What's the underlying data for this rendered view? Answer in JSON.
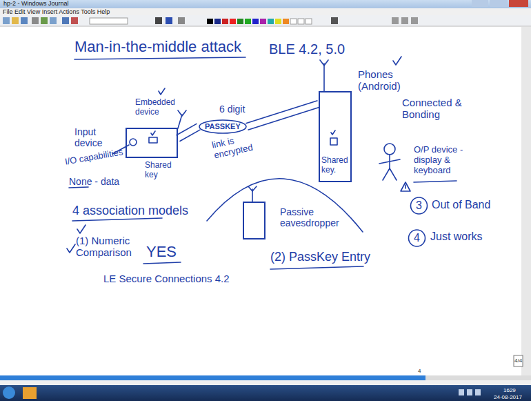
{
  "diagram": {
    "title": "Man-in-the-middle attack",
    "nodes": [
      {
        "text": [
          "Embedded device"
        ]
      },
      {
        "text": [
          "PASSKEY"
        ]
      },
      {
        "text": [
          "Phones (Android)"
        ]
      },
      {
        "text": [
          "Passive eavesdropper"
        ]
      }
    ],
    "edges": [
      {
        "from": 0,
        "to": 1,
        "arrow": "none"
      },
      {
        "from": 1,
        "to": 2,
        "arrow": "none"
      }
    ],
    "labels": [
      "hp-2 - Windows Journal",
      "File Edit View Insert Actions Tools Help",
      "BLE 4.2, 5.0",
      "6 digit",
      "link is encrypted",
      "Input device",
      "I/O capabilities",
      "None - data",
      "Shared key",
      "Shared key.",
      "Connected & Bonding",
      "O/P device - display & keyboard",
      "4 association models",
      "(1) Numeric Comparison",
      "YES",
      "LE Secure Connections 4.2",
      "(2) PassKey Entry",
      "3",
      "Out of Band",
      "4",
      "Just works",
      "4/4",
      "4",
      "1629",
      "24-08-2017"
    ]
  }
}
